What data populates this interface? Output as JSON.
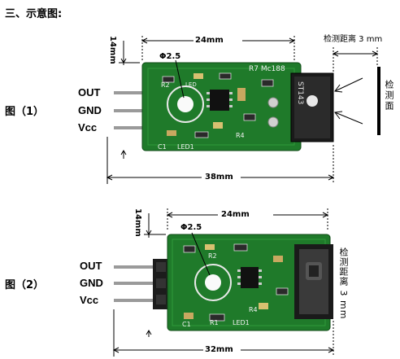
{
  "section_title": "三、示意图:",
  "fig1": {
    "label": "图（1）",
    "pins": [
      "OUT",
      "GND",
      "Vcc"
    ],
    "dim_height": "14mm",
    "dim_width": "24mm",
    "dim_total": "38mm",
    "hole": "Φ2.5",
    "dist_label": "检测距离 3 mm",
    "surface_label": "检测面",
    "silk": {
      "model": "R7 Mc188",
      "r2": "R2",
      "led": "LED",
      "c1": "C1",
      "led1": "LED1",
      "r4": "R4",
      "chip": "ST143"
    }
  },
  "fig2": {
    "label": "图（2）",
    "pins": [
      "OUT",
      "GND",
      "Vcc"
    ],
    "dim_height": "14mm",
    "dim_width": "24mm",
    "dim_total": "32mm",
    "hole": "Φ2.5",
    "dist_label": "检测距离 3 mm",
    "silk": {
      "r2": "R2",
      "r1": "R1",
      "c1": "C1",
      "led1": "LED1",
      "r4": "R4"
    }
  }
}
